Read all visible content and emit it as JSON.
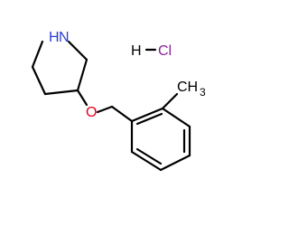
{
  "molecule": {
    "nitrogen": {
      "text": "N",
      "color": "#2a3fd1"
    },
    "amine_h": {
      "text": "H",
      "color": "#2a3fd1"
    },
    "oxygen": {
      "text": "O",
      "color": "#e3001b"
    },
    "methyl": {
      "text": "CH",
      "sub": "3",
      "color": "#000000"
    },
    "salt": {
      "hydrogen": {
        "text": "H",
        "color": "#000000"
      },
      "chlorine": {
        "text": "Cl",
        "color": "#8a1f9a"
      }
    }
  }
}
